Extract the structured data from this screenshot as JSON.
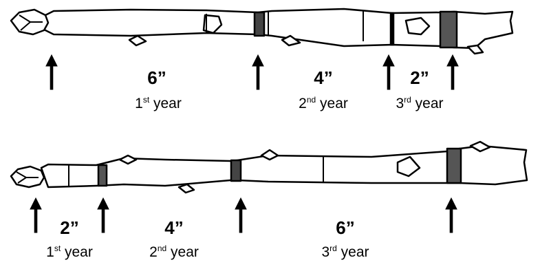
{
  "panels": [
    {
      "segments": [
        {
          "length": "6”",
          "year_num": "1",
          "year_suffix": "st",
          "year_word": "year"
        },
        {
          "length": "4”",
          "year_num": "2",
          "year_suffix": "nd",
          "year_word": "year"
        },
        {
          "length": "2”",
          "year_num": "3",
          "year_suffix": "rd",
          "year_word": "year"
        }
      ]
    },
    {
      "segments": [
        {
          "length": "2”",
          "year_num": "1",
          "year_suffix": "st",
          "year_word": "year"
        },
        {
          "length": "4”",
          "year_num": "2",
          "year_suffix": "nd",
          "year_word": "year"
        },
        {
          "length": "6”",
          "year_num": "3",
          "year_suffix": "rd",
          "year_word": "year"
        }
      ]
    }
  ],
  "icons": {
    "arrow": "up-arrow-icon",
    "twig": "twig-illustration",
    "bud": "bud-icon",
    "bud_scar": "bud-scar-ring"
  },
  "colors": {
    "ink": "#000000",
    "paper": "#ffffff",
    "twig_fill": "#ffffff"
  }
}
